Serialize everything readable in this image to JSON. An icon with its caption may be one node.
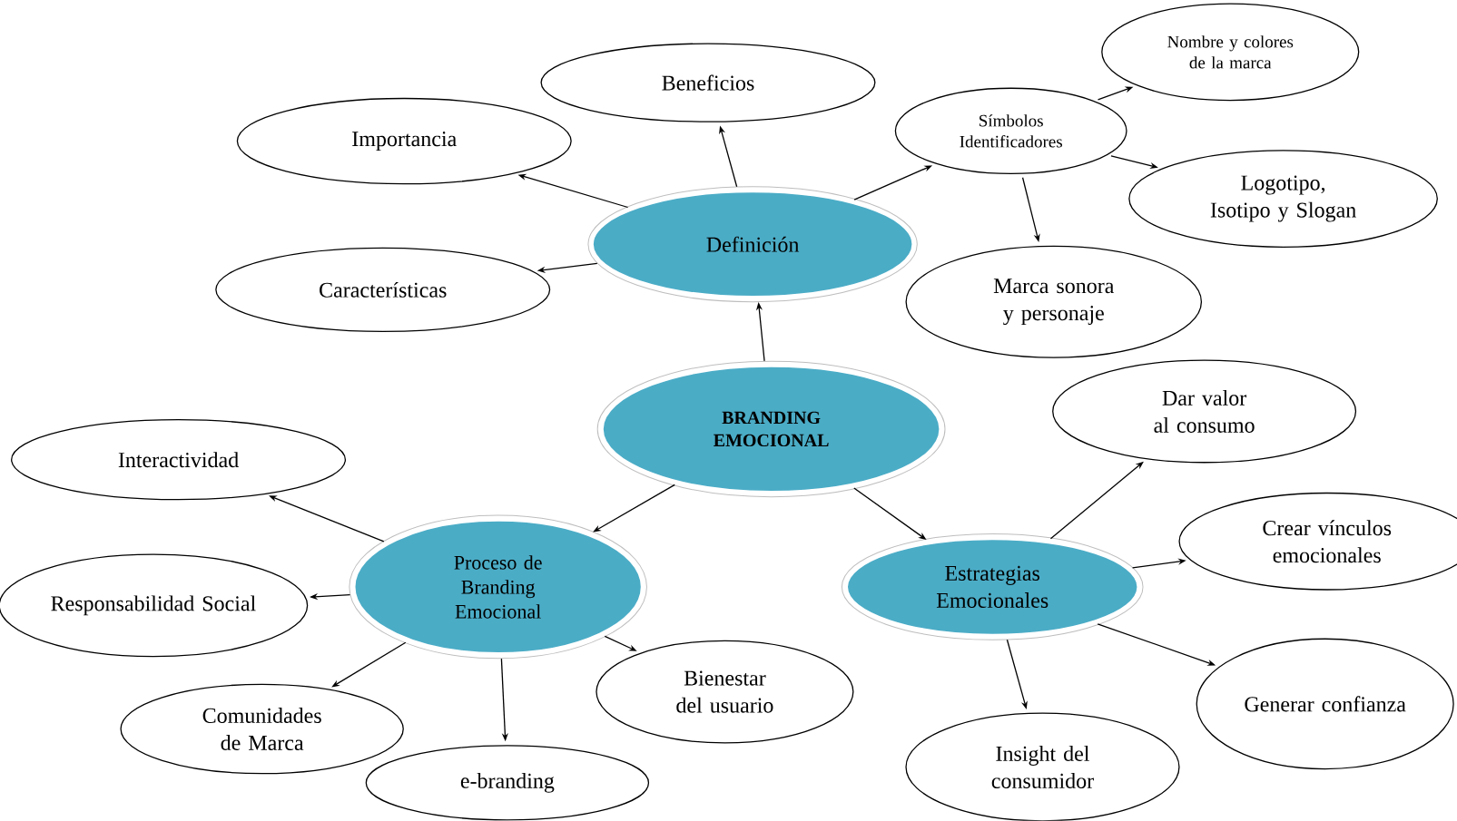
{
  "diagram": {
    "nodes": [
      {
        "text": [
          "BRANDING EMOCIONAL"
        ]
      },
      {
        "text": [
          "Definición"
        ]
      },
      {
        "text": [
          "Importancia"
        ]
      },
      {
        "text": [
          "Beneficios"
        ]
      },
      {
        "text": [
          "Características"
        ]
      },
      {
        "text": [
          "Símbolos Identificadores"
        ]
      },
      {
        "text": [
          "Nombre y colores de la marca"
        ]
      },
      {
        "text": [
          "Logotipo, Isotipo y Slogan"
        ]
      },
      {
        "text": [
          "Marca sonora y personaje"
        ]
      },
      {
        "text": [
          "Proceso de Branding Emocional"
        ]
      },
      {
        "text": [
          "Interactividad"
        ]
      },
      {
        "text": [
          "Responsabilidad Social"
        ]
      },
      {
        "text": [
          "Comunidades de Marca"
        ]
      },
      {
        "text": [
          "e-branding"
        ]
      },
      {
        "text": [
          "Bienestar del usuario"
        ]
      },
      {
        "text": [
          "Estrategias Emocionales"
        ]
      },
      {
        "text": [
          "Dar valor al consumo"
        ]
      },
      {
        "text": [
          "Crear vínculos emocionales"
        ]
      },
      {
        "text": [
          "Generar confianza"
        ]
      },
      {
        "text": [
          "Insight del consumidor"
        ]
      }
    ],
    "edges": [
      {
        "from": 0,
        "to": 1,
        "arrow": "to"
      },
      {
        "from": 1,
        "to": 2,
        "arrow": "to"
      },
      {
        "from": 1,
        "to": 3,
        "arrow": "to"
      },
      {
        "from": 1,
        "to": 4,
        "arrow": "to"
      },
      {
        "from": 1,
        "to": 5,
        "arrow": "to"
      },
      {
        "from": 5,
        "to": 6,
        "arrow": "to"
      },
      {
        "from": 5,
        "to": 7,
        "arrow": "to"
      },
      {
        "from": 5,
        "to": 8,
        "arrow": "to"
      },
      {
        "from": 0,
        "to": 9,
        "arrow": "to"
      },
      {
        "from": 9,
        "to": 10,
        "arrow": "to"
      },
      {
        "from": 9,
        "to": 11,
        "arrow": "to"
      },
      {
        "from": 9,
        "to": 12,
        "arrow": "to"
      },
      {
        "from": 9,
        "to": 13,
        "arrow": "to"
      },
      {
        "from": 9,
        "to": 14,
        "arrow": "to"
      },
      {
        "from": 0,
        "to": 15,
        "arrow": "to"
      },
      {
        "from": 15,
        "to": 16,
        "arrow": "to"
      },
      {
        "from": 15,
        "to": 17,
        "arrow": "to"
      },
      {
        "from": 15,
        "to": 18,
        "arrow": "to"
      },
      {
        "from": 15,
        "to": 19,
        "arrow": "to"
      }
    ]
  }
}
